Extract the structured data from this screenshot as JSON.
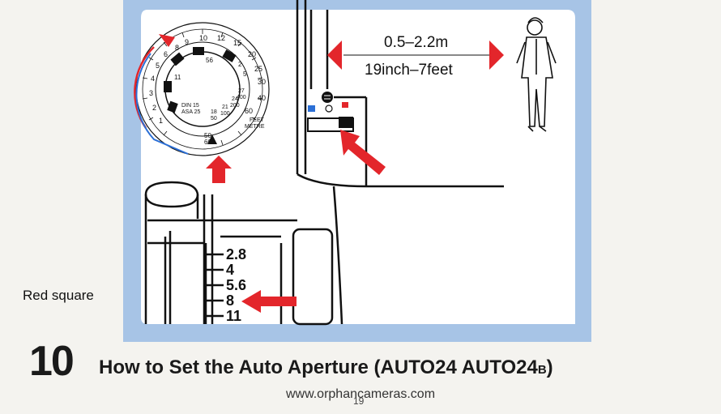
{
  "diagram": {
    "range_metric": "0.5–2.2m",
    "range_imperial": "19inch–7feet",
    "aperture_scale": [
      "2.8",
      "4",
      "5.6",
      "8",
      "11"
    ],
    "dial_outer_numbers": [
      "8",
      "9",
      "10",
      "12",
      "15",
      "20",
      "25",
      "30",
      "40",
      "60"
    ],
    "dial_left_numbers": [
      "6",
      "5",
      "4",
      "3",
      "2",
      "1"
    ],
    "dial_inner_numbers": [
      "56",
      "11",
      "2",
      "5"
    ],
    "dial_ring_labels": [
      "DIN 15",
      "ASA 25",
      "18",
      "50",
      "21",
      "100",
      "24",
      "200",
      "27",
      "400"
    ],
    "dial_ring_units": [
      "FEET",
      "METRE"
    ],
    "dial_bottom_numbers": [
      "50",
      "60"
    ]
  },
  "caption": "Red square",
  "chapter": {
    "number": "10",
    "title": "How to Set the Auto Aperture (AUTO24 AUTO24",
    "title_sub": "B",
    "title_end": ")"
  },
  "page_number": "19",
  "watermark": "www.orphancameras.com",
  "colors": {
    "panel": "#a7c4e6",
    "red": "#e3262b",
    "blue": "#2b6fd6",
    "ink": "#111111"
  }
}
